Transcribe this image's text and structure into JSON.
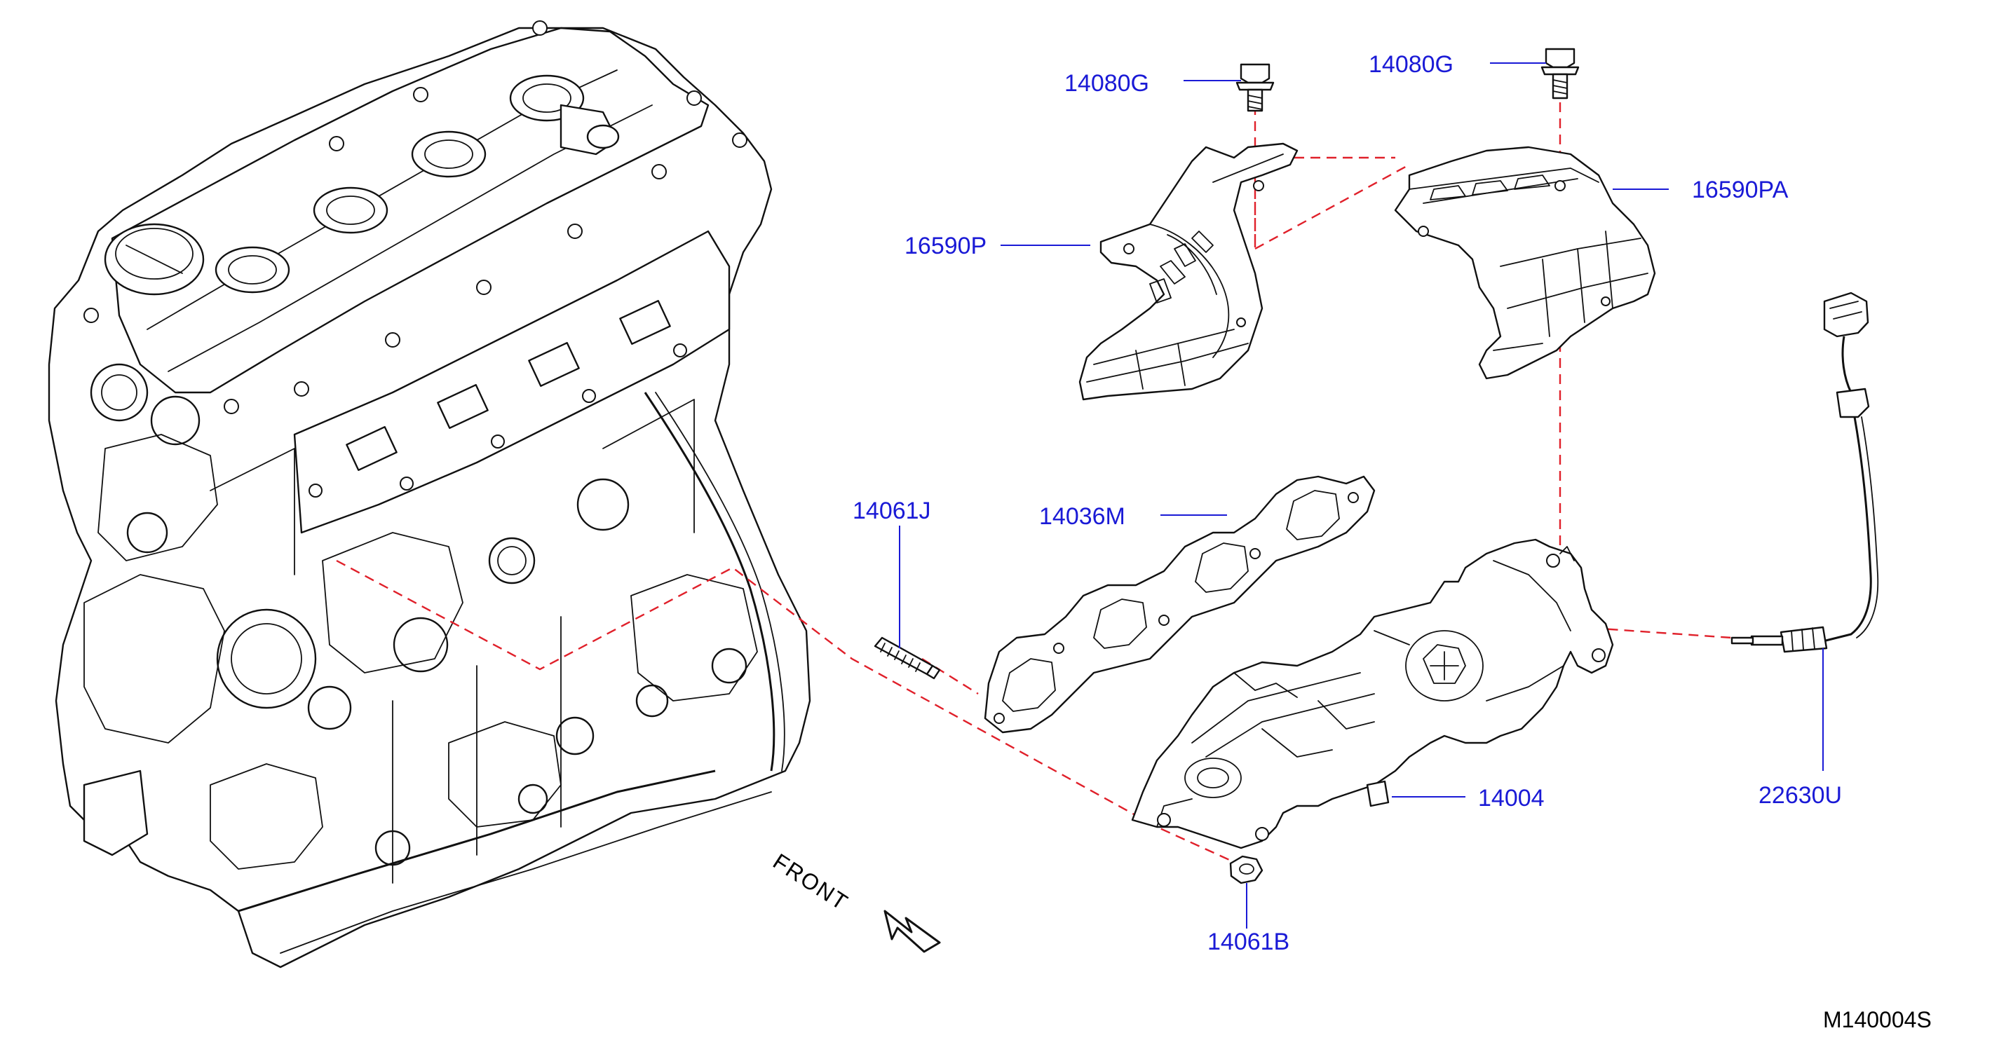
{
  "labels": {
    "bolt_left": "14080G",
    "bolt_right": "14080G",
    "heat_shield_left": "16590P",
    "heat_shield_right": "16590PA",
    "stud": "14061J",
    "gasket": "14036M",
    "manifold": "14004",
    "nut": "14061B",
    "sensor": "22630U"
  },
  "front_marker": "FRONT",
  "diagram_id": "M140004S",
  "colors": {
    "label": "#1a1ad6",
    "dashed_line": "#e0202a",
    "line_art": "#111111",
    "background": "#ffffff"
  }
}
